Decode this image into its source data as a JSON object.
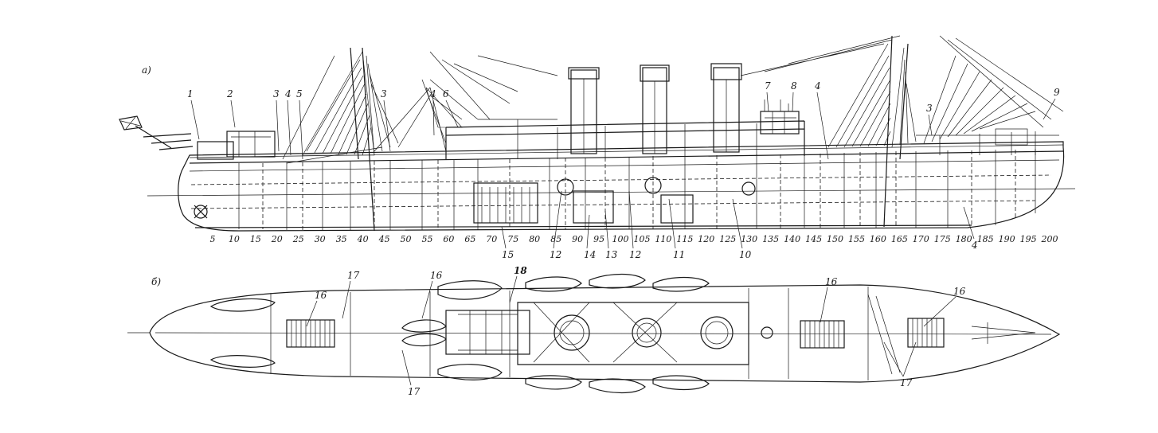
{
  "views": {
    "side_label": "а)",
    "plan_label": "б)"
  },
  "frame_numbers": [
    "5",
    "10",
    "15",
    "20",
    "25",
    "30",
    "35",
    "40",
    "45",
    "50",
    "55",
    "60",
    "65",
    "70",
    "75",
    "80",
    "85",
    "90",
    "95",
    "100",
    "105",
    "110",
    "115",
    "120",
    "125",
    "130",
    "135",
    "140",
    "145",
    "150",
    "155",
    "160",
    "165",
    "170",
    "175",
    "180",
    "185",
    "190",
    "195",
    "200"
  ],
  "side_callouts": [
    {
      "text": "1"
    },
    {
      "text": "2"
    },
    {
      "text": "3"
    },
    {
      "text": "4"
    },
    {
      "text": "5"
    },
    {
      "text": "3"
    },
    {
      "text": "4"
    },
    {
      "text": "6"
    },
    {
      "text": "7"
    },
    {
      "text": "8"
    },
    {
      "text": "4"
    },
    {
      "text": "3"
    },
    {
      "text": "9"
    }
  ],
  "bottom_callouts": [
    {
      "text": "15"
    },
    {
      "text": "12"
    },
    {
      "text": "14"
    },
    {
      "text": "13"
    },
    {
      "text": "12"
    },
    {
      "text": "11"
    },
    {
      "text": "10"
    },
    {
      "text": "4"
    }
  ],
  "plan_callouts": [
    {
      "text": "16"
    },
    {
      "text": "17"
    },
    {
      "text": "16"
    },
    {
      "text": "18"
    },
    {
      "text": "16"
    },
    {
      "text": "16"
    },
    {
      "text": "17"
    },
    {
      "text": "17"
    }
  ]
}
